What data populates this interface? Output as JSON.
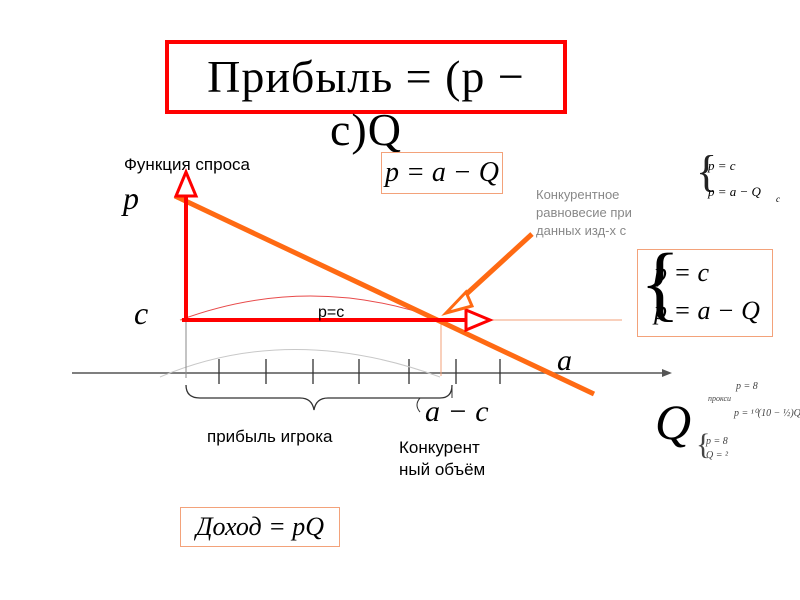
{
  "title": {
    "formula": "Прибыль = (p − c)Q"
  },
  "formulas": {
    "demand": "p = a − Q",
    "revenue": "Доход = pQ",
    "system": {
      "line1": "p = c",
      "line2": "p = a − Q"
    },
    "top_right_system": {
      "line1": "p = c",
      "line2": "p = a − Q",
      "subscript": "c"
    },
    "bottom_right_system1": {
      "line1": "p = 8",
      "line2": "p = ¹⁰(10 − ½)Q",
      "note": "прокси"
    },
    "bottom_right_system2": {
      "line1": "p = 8",
      "line2": "Q = ²"
    }
  },
  "labels": {
    "demand_function": "Функция спроса",
    "equilibrium": "Конкурентное\nравновесие при\nданных изд-х с",
    "p_equals_c": "p=c",
    "player_profit": "прибыль игрока",
    "competitive_volume": "Конкурент\nный объём"
  },
  "axes": {
    "p": "p",
    "c": "c",
    "a": "a",
    "Q": "Q",
    "a_minus_c": "a − c"
  },
  "colors": {
    "accent_red": "#ff0000",
    "accent_orange": "#ff6a13",
    "curve_red": "#e84a4a",
    "curve_gray": "#c8c8c8",
    "axis": "#555555",
    "box_border": "#f3a27a"
  }
}
